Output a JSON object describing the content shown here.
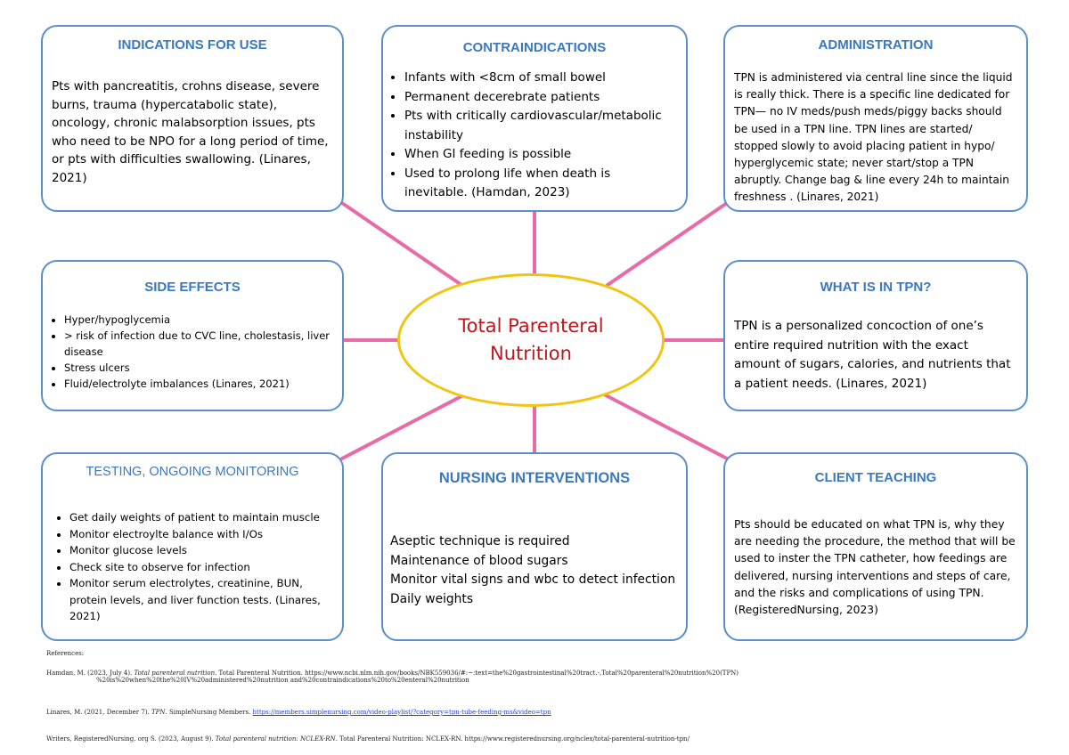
{
  "center": {
    "line1": "Total Parenteral",
    "line2": "Nutrition"
  },
  "indications": {
    "title": "INDICATIONS FOR USE",
    "text": "Pts with pancreatitis, crohns disease, severe burns, trauma (hypercatabolic state), oncology, chronic malabsorption issues, pts who need to be NPO for a long period of time, or pts with difficulties swallowing. (Linares, 2021)"
  },
  "contraindications": {
    "title": "CONTRAINDICATIONS",
    "items": [
      "Infants with <8cm of small bowel",
      "Permanent decerebrate patients",
      "Pts with critically cardiovascular/metabolic instability",
      "When GI feeding is possible",
      "Used to prolong life when death is inevitable.  (Hamdan, 2023)"
    ]
  },
  "administration": {
    "title": "ADMINISTRATION",
    "text": "TPN is administered via central line since the liquid is really thick. There is a specific line dedicated for TPN— no IV meds/push meds/piggy backs should be used in a TPN line. TPN lines are started/ stopped slowly to avoid placing patient in hypo/ hyperglycemic state; never start/stop a TPN abruptly. Change bag & line every 24h to maintain freshness . (Linares, 2021)"
  },
  "side_effects": {
    "title": "SIDE EFFECTS",
    "items": [
      "Hyper/hypoglycemia",
      "> risk of infection due to CVC line, cholestasis, liver disease",
      "Stress ulcers",
      "Fluid/electrolyte imbalances (Linares, 2021)"
    ]
  },
  "what_is": {
    "title": "WHAT IS IN TPN?",
    "text": "TPN is a personalized concoction of one’s entire required nutrition with the exact amount of sugars, calories, and nutrients that a patient needs. (Linares, 2021)"
  },
  "testing": {
    "title": "TESTING, ONGOING MONITORING",
    "items": [
      "Get daily weights of patient to maintain muscle",
      "Monitor electroylte balance with I/Os",
      "Monitor glucose levels",
      "Check site to observe for infection",
      "Monitor serum electrolytes, creatinine, BUN, protein levels, and liver function tests. (Linares, 2021)"
    ]
  },
  "nursing": {
    "title": "NURSING INTERVENTIONS",
    "lines": [
      "Aseptic technique is required",
      "Maintenance of blood sugars",
      "Monitor vital signs and wbc to detect infection",
      "Daily weights"
    ]
  },
  "teaching": {
    "title": "CLIENT TEACHING",
    "text": "Pts should be educated on what TPN is, why they are needing the procedure, the method that will be used to inster the TPN catheter, how feedings are delivered, nursing interventions and steps of care, and the risks and complications of using TPN. (RegisteredNursing, 2023)"
  },
  "references": {
    "heading": "References:",
    "hamdan_a": "Hamdan, M. (2023, July 4). ",
    "hamdan_title": "Total parenteral nutrition",
    "hamdan_b": ". Total Parenteral Nutrition. https://www.ncbi.nlm.nih.gov/books/NBK559036/#:~:text=the%20gastrointestinal%20tract.-,Total%20parenteral%20nutrition%20(TPN)",
    "hamdan_c": "%20is%20when%20the%20IV%20administered%20nutrition and%20contraindications%20to%20enteral%20nutrition",
    "linares_a": "Linares, M. (2021, December 7). ",
    "linares_title": "TPN",
    "linares_b": ". SimpleNursing Members. ",
    "linares_link": "https://members.simplenursing.com/video-playlist/?category=tpn-tube-feeding-ms&video=tpn",
    "writers_a": "Writers, RegisteredNursing. org S. (2023, August 9). ",
    "writers_title": "Total parenteral nutrition: NCLEX-RN",
    "writers_b": ". Total Parenteral Nutrition: NCLEX-RN. https://www.registerednursing.org/nclex/total-parenteral-nutrition-tpn/"
  },
  "colors": {
    "box_border": "#5b8fc9",
    "title": "#3a78c0",
    "connector": "#e86aa6",
    "ellipse": "#f1c40f",
    "center_text": "#c0161d"
  }
}
